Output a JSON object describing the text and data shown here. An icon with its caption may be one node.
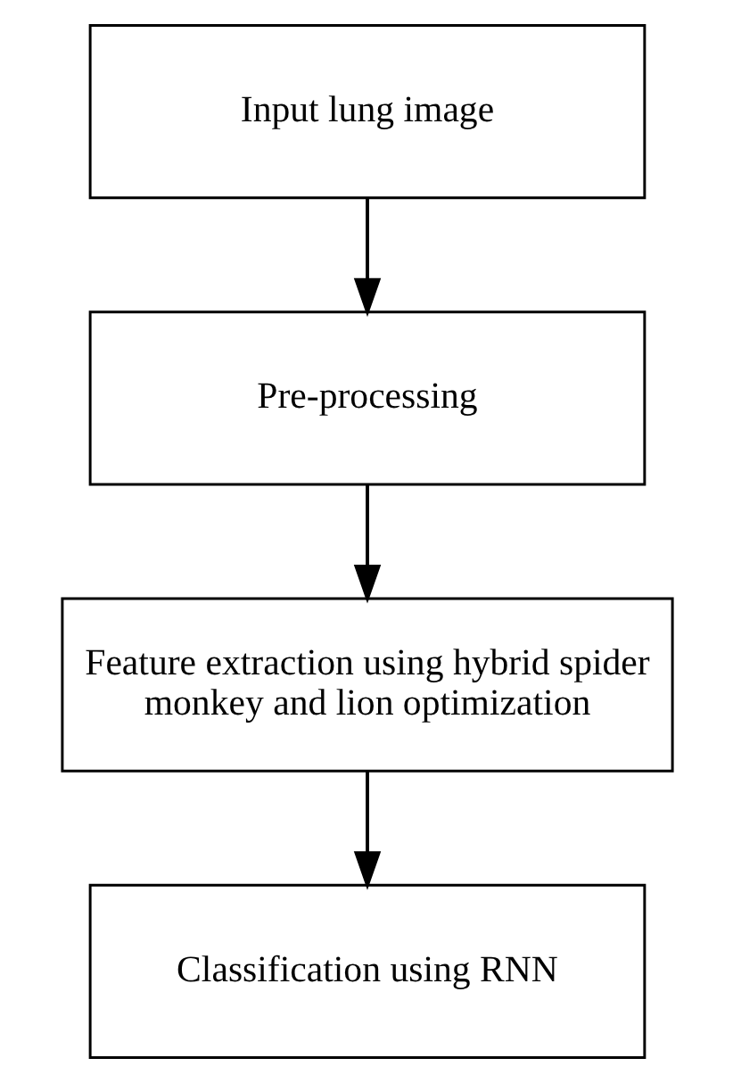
{
  "diagram": {
    "nodes": [
      {
        "text": [
          "Input lung image"
        ]
      },
      {
        "text": [
          "Pre-processing"
        ]
      },
      {
        "text": [
          "Feature extraction using hybrid spider monkey and lion optimization"
        ]
      },
      {
        "text": [
          "Classification using RNN"
        ]
      }
    ],
    "edges": [
      {
        "from": 0,
        "to": 1,
        "arrow": "to"
      },
      {
        "from": 1,
        "to": 2,
        "arrow": "to"
      },
      {
        "from": 2,
        "to": 3,
        "arrow": "to"
      }
    ]
  }
}
